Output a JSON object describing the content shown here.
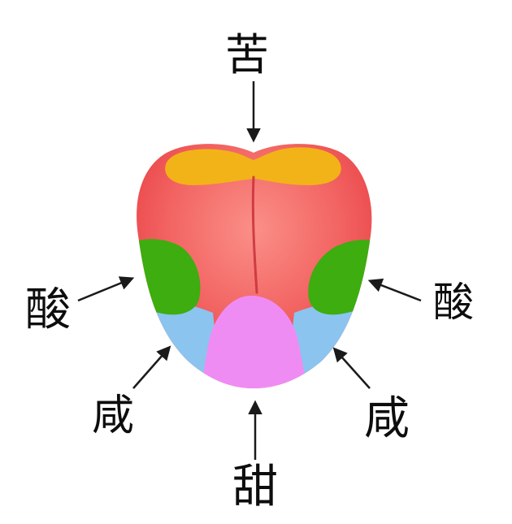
{
  "labels": {
    "bitter": "苦",
    "sour_left": "酸",
    "sour_right": "酸",
    "salty_left": "咸",
    "salty_right": "咸",
    "sweet": "甜"
  },
  "colors": {
    "tongue": "#f04b4b",
    "tongue_highlight": "#f98a84",
    "bitter_zone": "#f2b318",
    "sour_zone": "#3dad0f",
    "salty_zone": "#8bc4ef",
    "sweet_zone": "#ef8cf4",
    "arrow": "#1a1a1a"
  }
}
